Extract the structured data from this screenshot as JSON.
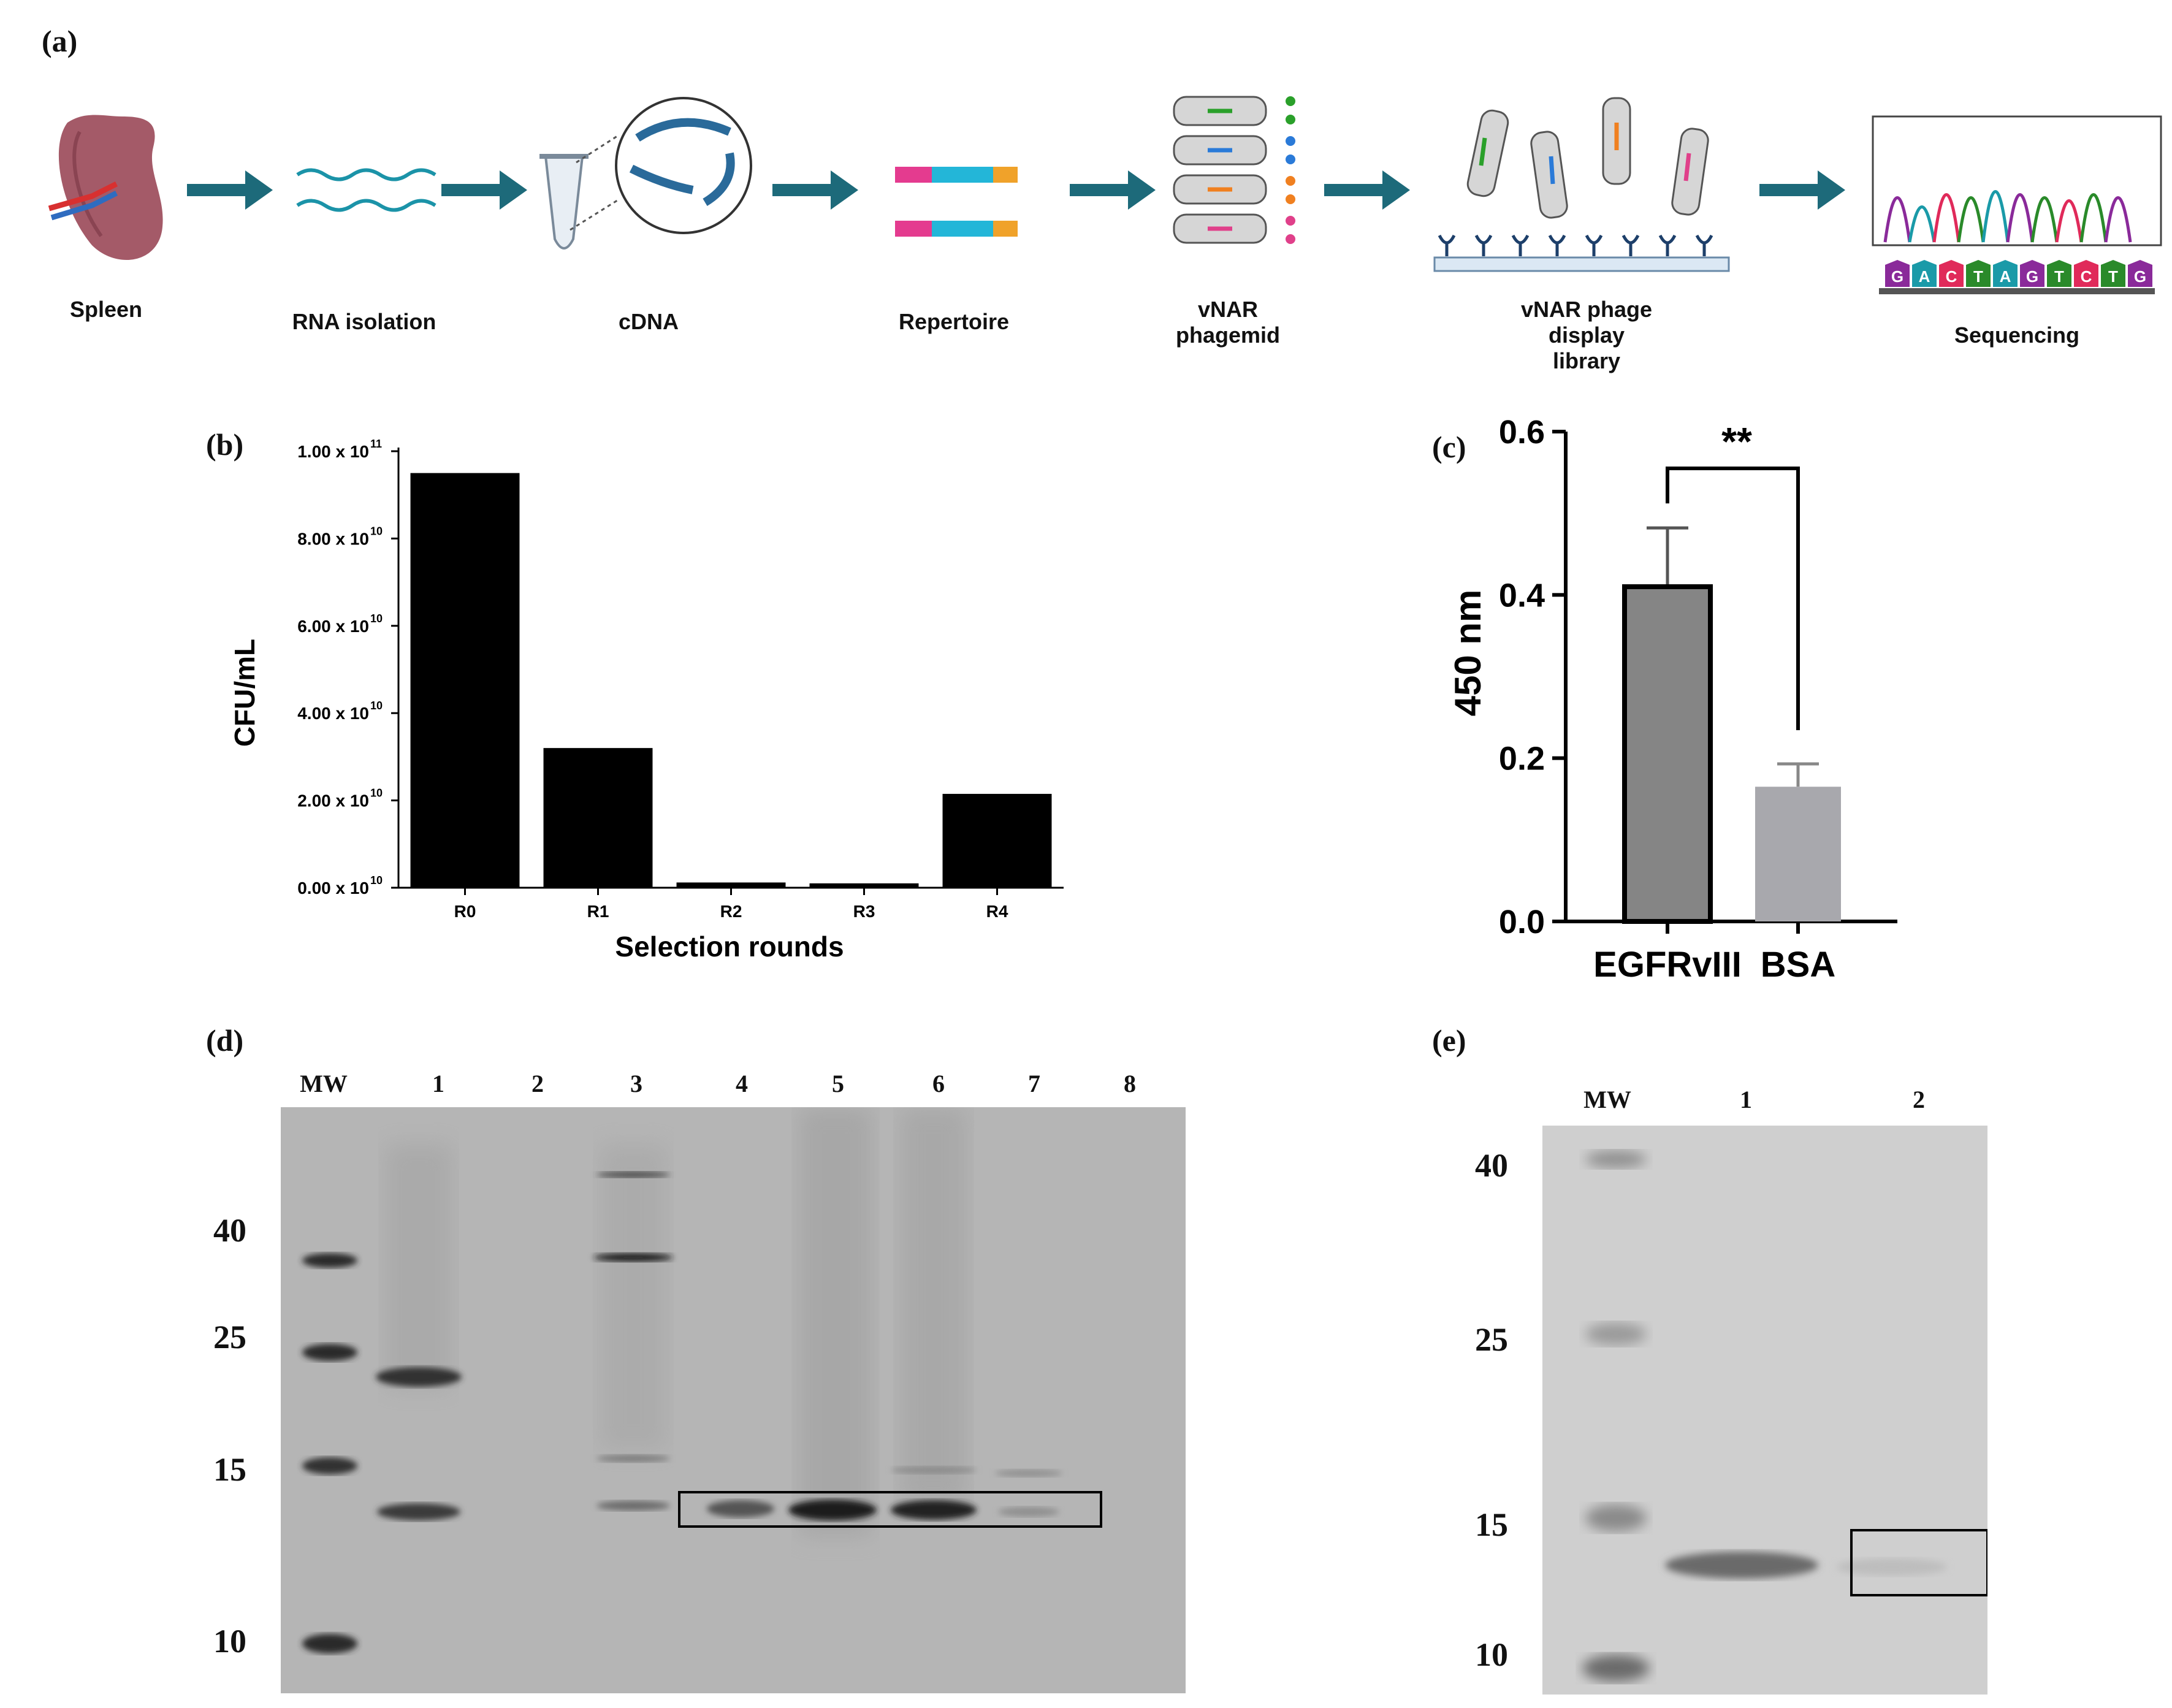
{
  "panels": {
    "a": "(a)",
    "b": "(b)",
    "c": "(c)",
    "d": "(d)",
    "e": "(e)"
  },
  "workflow": {
    "steps": [
      "Spleen",
      "RNA isolation",
      "cDNA",
      "Repertoire",
      "vNAR\nphagemid",
      "vNAR phage\ndisplay\nlibrary",
      "Sequencing"
    ],
    "sequence_letters": [
      "G",
      "A",
      "C",
      "T",
      "A",
      "G",
      "T",
      "C",
      "T",
      "G"
    ]
  },
  "chart_data": [
    {
      "type": "bar",
      "panel": "b",
      "categories": [
        "R0",
        "R1",
        "R2",
        "R3",
        "R4"
      ],
      "values": [
        95000000000.0,
        32000000000.0,
        1200000000.0,
        1000000000.0,
        21500000000.0
      ],
      "yticks": [
        "0.00 x 10",
        "2.00 x 10",
        "4.00 x 10",
        "6.00 x 10",
        "8.00 x 10",
        "1.00 x 10"
      ],
      "ytick_exponents": [
        "10",
        "10",
        "10",
        "10",
        "10",
        "11"
      ],
      "ylim": [
        0,
        100000000000.0
      ],
      "xlabel": "Selection rounds",
      "ylabel": "CFU/mL",
      "colors": {
        "bars": "#000000"
      }
    },
    {
      "type": "bar",
      "panel": "c",
      "categories": [
        "EGFRvIII",
        "BSA"
      ],
      "values": [
        0.41,
        0.165
      ],
      "errors": [
        0.072,
        0.028
      ],
      "yticks": [
        "0.0",
        "0.2",
        "0.4",
        "0.6"
      ],
      "ylim": [
        0,
        0.6
      ],
      "ylabel": "450 nm",
      "significance": "**",
      "colors": {
        "egfr": "#858585",
        "bsa": "#a8a8ad"
      }
    }
  ],
  "gel_d": {
    "lanes": [
      "MW",
      "1",
      "2",
      "3",
      "4",
      "5",
      "6",
      "7",
      "8"
    ],
    "markers": [
      "40",
      "25",
      "15",
      "10"
    ]
  },
  "gel_e": {
    "lanes": [
      "MW",
      "1",
      "2"
    ],
    "markers": [
      "40",
      "25",
      "15",
      "10"
    ]
  }
}
